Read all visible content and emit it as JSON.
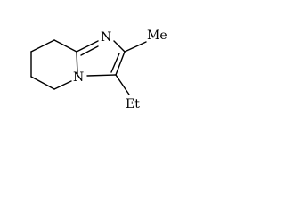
{
  "molecule": {
    "atoms": {
      "n_imine": "N",
      "n_bridge": "N"
    },
    "substituents": {
      "methyl": "Me",
      "ethyl": "Et"
    }
  },
  "colors": {
    "ink": "#000000",
    "background": "#ffffff"
  }
}
